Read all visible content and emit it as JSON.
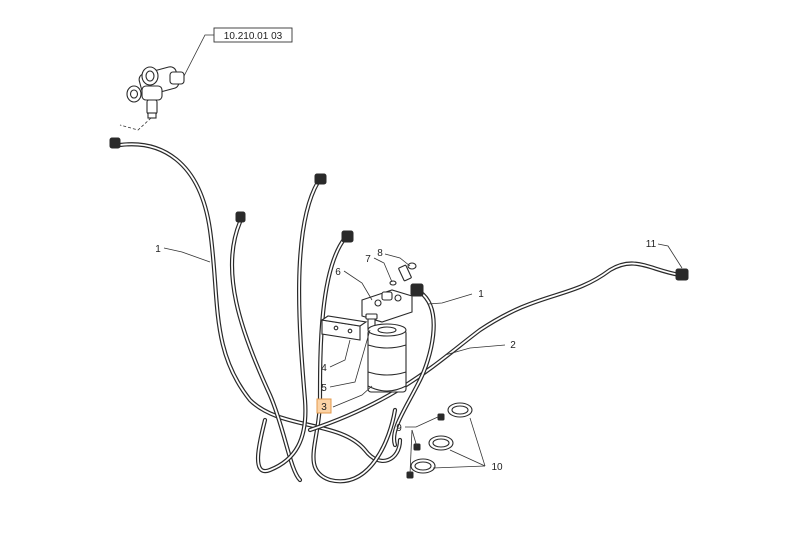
{
  "reference": {
    "label": "10.210.01 03"
  },
  "callouts": {
    "c1a": "1",
    "c1b": "1",
    "c2": "2",
    "c3": "3",
    "c4": "4",
    "c5": "5",
    "c6": "6",
    "c7": "7",
    "c8": "8",
    "c9": "9",
    "c10": "10",
    "c11": "11"
  },
  "colors": {
    "highlight_fill": "#fbd3a6",
    "highlight_stroke": "#e39a4c",
    "line": "#2a2a2a"
  }
}
